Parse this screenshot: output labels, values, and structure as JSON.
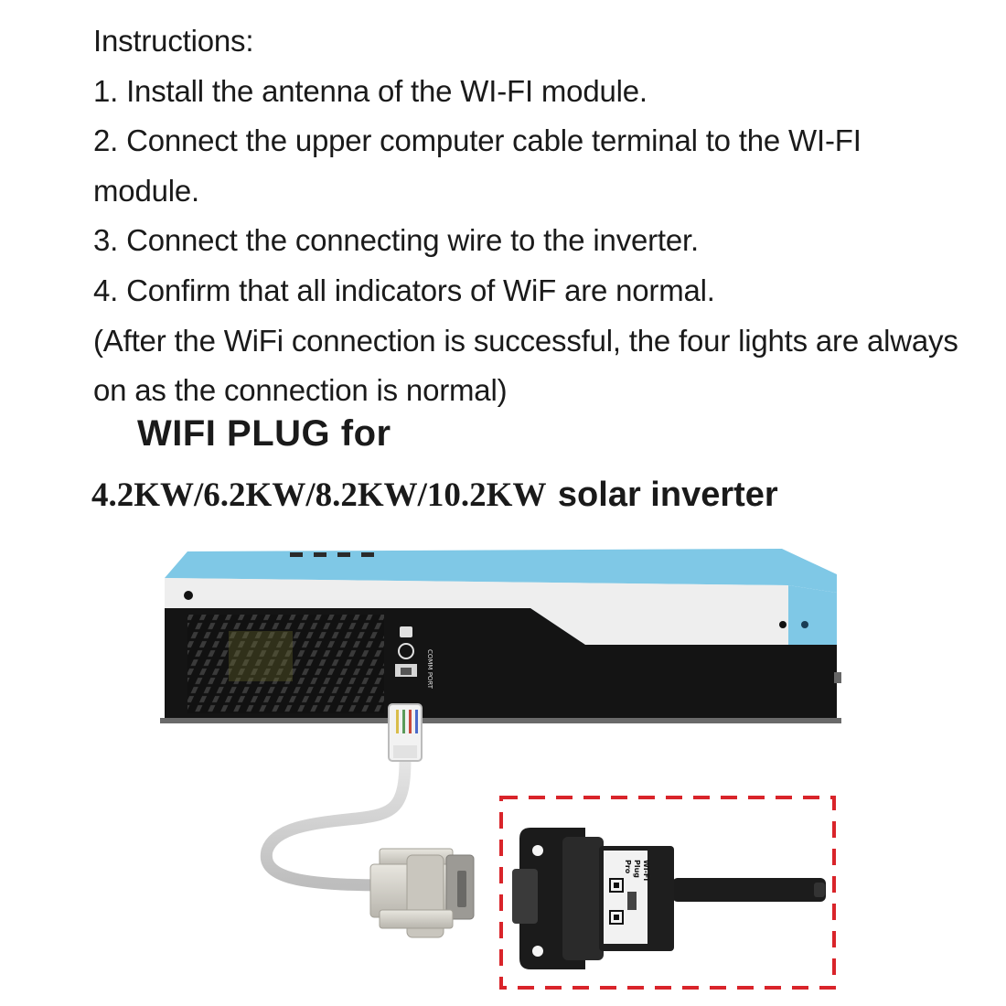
{
  "instructions": {
    "heading": "Instructions:",
    "steps": [
      "1. Install the antenna of the WI-FI module.",
      "2. Connect the upper computer cable terminal to the WI-FI module.",
      "3. Connect the connecting wire to the inverter.",
      "4. Confirm that all indicators of WiF are normal."
    ],
    "note": "(After the WiFi connection is successful, the four lights are always on as the connection is normal)"
  },
  "product": {
    "title": "WIFI PLUG for",
    "models": "4.2KW/6.2KW/8.2KW/10.2KW",
    "suffix": "solar inverter"
  },
  "figure": {
    "port_label": "COMM PORT",
    "module_text": [
      "Wi-Fi",
      "Plug",
      "Pro"
    ],
    "icons": [
      "inverter-icon",
      "rj45-connector-icon",
      "db9-connector-icon",
      "wifi-module-icon",
      "antenna-icon"
    ],
    "colors": {
      "inverter_blue": "#7fc8e6",
      "inverter_white": "#eeeeee",
      "inverter_black": "#141414",
      "highlight_border": "#d9242a",
      "cable_gray": "#cfcfcf",
      "module_black": "#1b1b1b"
    }
  }
}
